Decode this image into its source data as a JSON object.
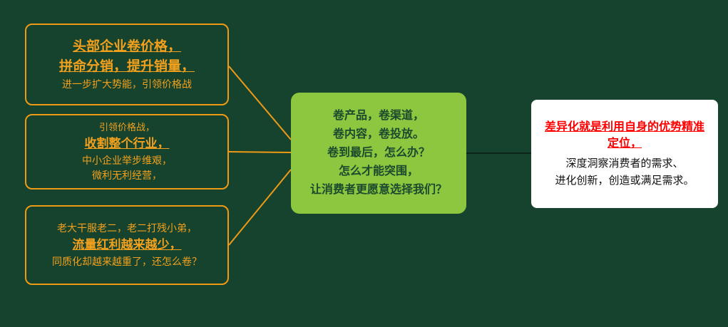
{
  "colors": {
    "background": "#16432e",
    "left_box_border": "#ef9a16",
    "left_box_text": "#f2a01d",
    "center_box_fill": "#8dc63f",
    "center_box_text": "#1b4a2e",
    "right_box_fill": "#ffffff",
    "right_title_red": "#ff0000",
    "right_body_text": "#111111",
    "connector_orange": "#ef9a16",
    "connector_dark": "#0a2418"
  },
  "left_boxes": [
    {
      "lines": [
        "头部企业卷价格，",
        "拼命分销，提升销量，",
        "进一步扩大势能，引领价格战"
      ]
    },
    {
      "lines": [
        "引领价格战，",
        "收割整个行业，",
        "中小企业举步维艰，",
        "微利无利经营，"
      ]
    },
    {
      "lines": [
        "老大干服老二，老二打残小弟，",
        "流量红利越来越少，",
        "同质化却越来越重了，还怎么卷？"
      ]
    }
  ],
  "center_box": {
    "lines": [
      "卷产品，卷渠道，",
      "卷内容，卷投放。",
      "卷到最后，怎么办？",
      "怎么才能突围，",
      "让消费者更愿意选择我们？"
    ]
  },
  "right_box": {
    "title": "差异化就是利用自身的优势精准定位，",
    "lines": [
      "深度洞察消费者的需求、",
      "进化创新，创造或满足需求。"
    ]
  }
}
